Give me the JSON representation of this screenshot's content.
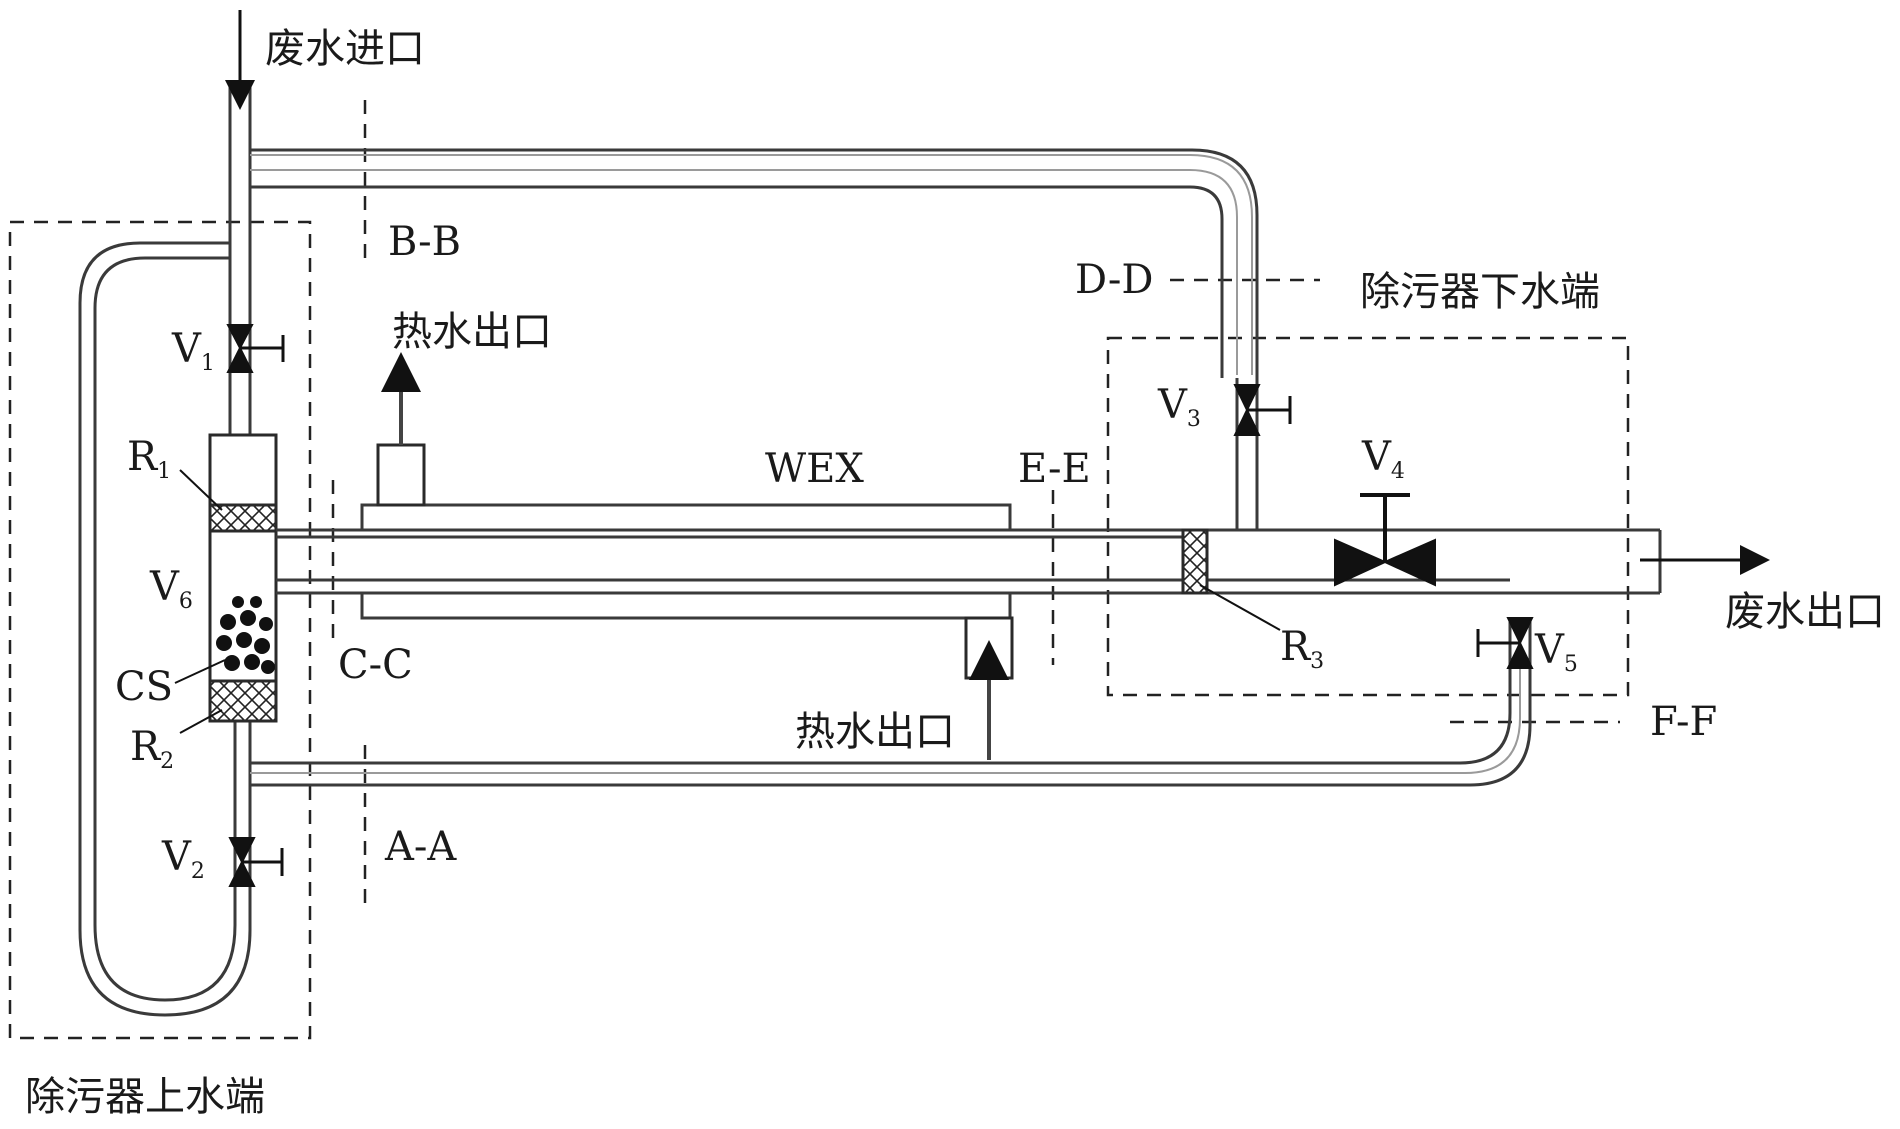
{
  "labels": {
    "wastewater_inlet": "废水进口",
    "wastewater_outlet": "废水出口",
    "hot_water_outlet_top": "热水出口",
    "hot_water_outlet_bottom": "热水出口",
    "upper_end": "除污器上水端",
    "lower_end": "除污器下水端",
    "wex": "WEX",
    "cs": "CS",
    "section_aa": "A-A",
    "section_bb": "B-B",
    "section_cc": "C-C",
    "section_dd": "D-D",
    "section_ee": "E-E",
    "section_ff": "F-F"
  },
  "valves": {
    "v1": {
      "main": "V",
      "sub": "1"
    },
    "v2": {
      "main": "V",
      "sub": "2"
    },
    "v3": {
      "main": "V",
      "sub": "3"
    },
    "v4": {
      "main": "V",
      "sub": "4"
    },
    "v5": {
      "main": "V",
      "sub": "5"
    },
    "v6": {
      "main": "V",
      "sub": "6"
    }
  },
  "filters": {
    "r1": {
      "main": "R",
      "sub": "1"
    },
    "r2": {
      "main": "R",
      "sub": "2"
    },
    "r3": {
      "main": "R",
      "sub": "3"
    }
  },
  "colors": {
    "line": "#3a3a3a",
    "fill": "#111111",
    "background": "#ffffff"
  }
}
